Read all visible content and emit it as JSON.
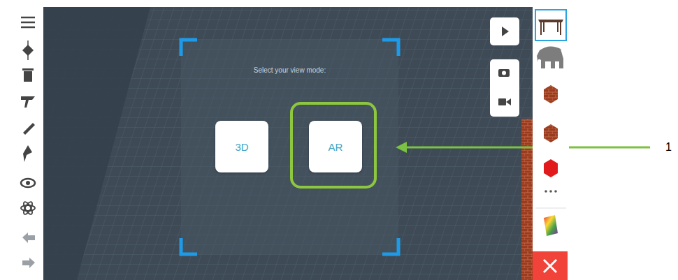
{
  "diagram": {
    "nodes": [
      {
        "text": [
          "Select your view mode:"
        ]
      },
      {
        "text": [
          "3D"
        ],
        "in": 0
      },
      {
        "text": [
          "AR"
        ],
        "in": 0
      }
    ],
    "labels": [
      "1"
    ]
  }
}
